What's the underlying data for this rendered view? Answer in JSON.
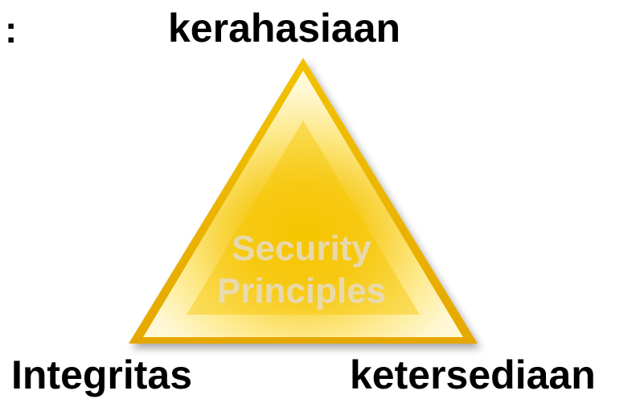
{
  "diagram": {
    "colon": ":",
    "top_label": "kerahasiaan",
    "left_label": "Integritas",
    "right_label": "ketersediaan",
    "center_line1": "Security",
    "center_line2": "Principles"
  },
  "colors": {
    "triangle_core": "#f5c400",
    "triangle_highlight": "#fff6c8",
    "triangle_edge": "#e8a800",
    "text": "#000000"
  }
}
